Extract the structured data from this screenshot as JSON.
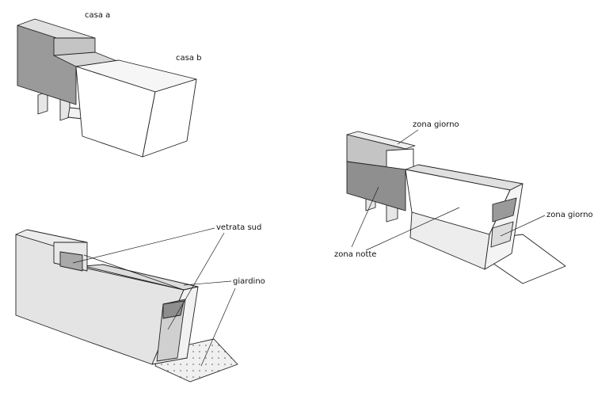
{
  "labels": {
    "casa_a": "casa a",
    "casa_b": "casa b",
    "vetrata_sud": "vetrata sud",
    "giardino": "giardino",
    "zona_giorno_top": "zona giorno",
    "zona_giorno_right": "zona giorno",
    "zona_notte": "zona notte"
  },
  "colors": {
    "dark_gray": "#9a9a9a",
    "mid_gray": "#c8c8c8",
    "light_gray": "#e2e2e2",
    "white": "#ffffff",
    "edge": "#222222"
  }
}
